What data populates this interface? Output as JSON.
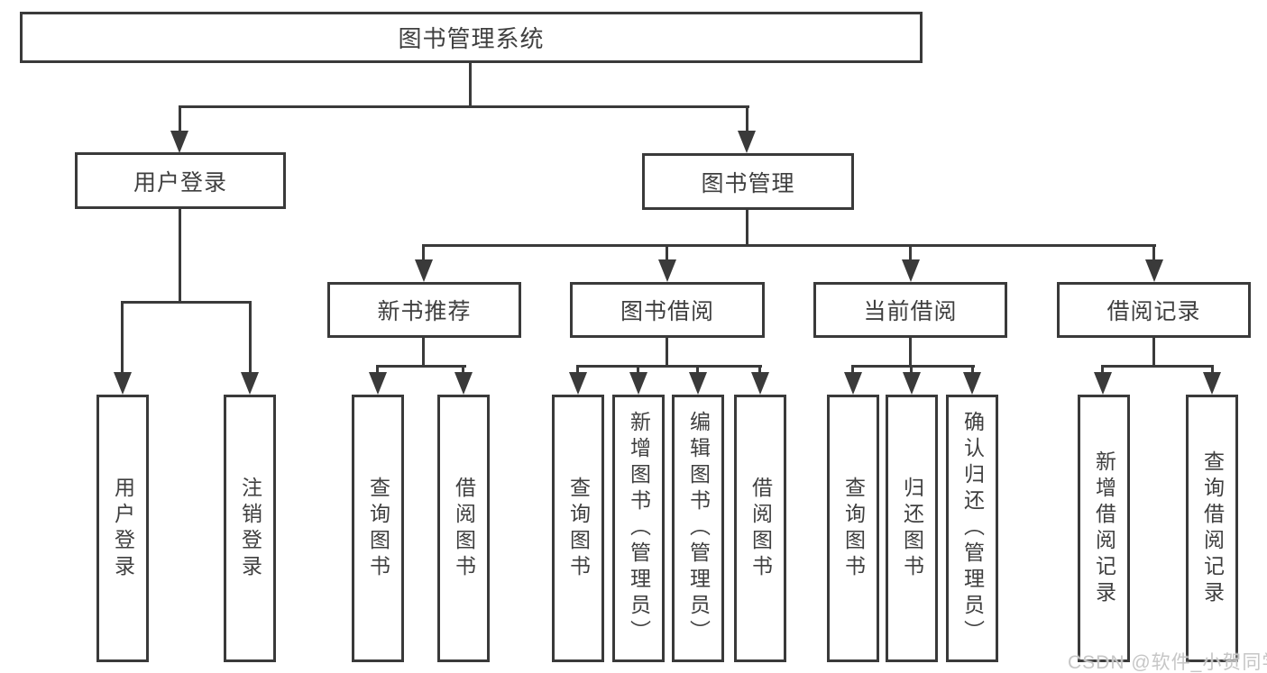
{
  "title": "图书管理系统",
  "colors": {
    "background": "#ffffff",
    "line": "#3a3a3a",
    "box_border": "#3a3a3a",
    "text": "#3f3f3f",
    "watermark": "#c6c6c6"
  },
  "watermark": {
    "text": "CSDN @软件_小贺同学"
  },
  "tree": {
    "label": "图书管理系统",
    "children": [
      {
        "label": "用户登录",
        "children": [
          {
            "label": "用户登录"
          },
          {
            "label": "注销登录"
          }
        ]
      },
      {
        "label": "图书管理",
        "children": [
          {
            "label": "新书推荐",
            "children": [
              {
                "label": "查询图书"
              },
              {
                "label": "借阅图书"
              }
            ]
          },
          {
            "label": "图书借阅",
            "children": [
              {
                "label": "查询图书"
              },
              {
                "label": "新增图书（管理员）"
              },
              {
                "label": "编辑图书（管理员）"
              },
              {
                "label": "借阅图书"
              }
            ]
          },
          {
            "label": "当前借阅",
            "children": [
              {
                "label": "查询图书"
              },
              {
                "label": "归还图书"
              },
              {
                "label": "确认归还（管理员）"
              }
            ]
          },
          {
            "label": "借阅记录",
            "children": [
              {
                "label": "新增借阅记录"
              },
              {
                "label": "查询借阅记录"
              }
            ]
          }
        ]
      }
    ]
  }
}
